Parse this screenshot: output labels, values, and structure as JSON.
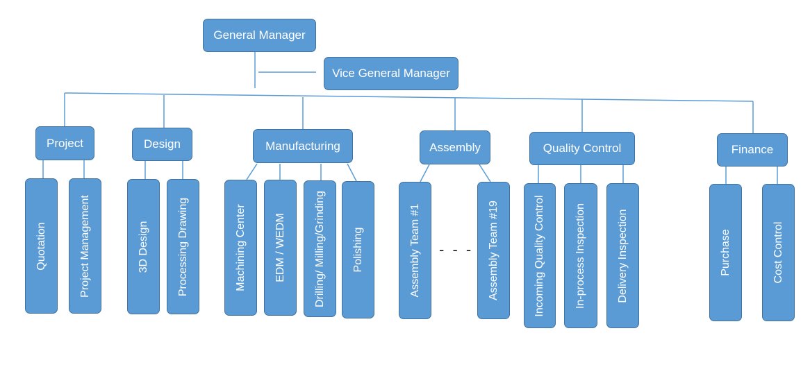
{
  "org_chart": {
    "top": {
      "general_manager": "General Manager",
      "vice_general_manager": "Vice General Manager"
    },
    "departments": [
      {
        "label": "Project",
        "units": [
          "Quotation",
          "Project Management"
        ]
      },
      {
        "label": "Design",
        "units": [
          "3D Design",
          "Processing Drawing"
        ]
      },
      {
        "label": "Manufacturing",
        "units": [
          "Machining Center",
          "EDM / WEDM",
          "Drilling/ Milling/Grinding",
          "Polishing"
        ]
      },
      {
        "label": "Assembly",
        "units": [
          "Assembly Team #1",
          "Assembly Team #19"
        ]
      },
      {
        "label": "Quality Control",
        "units": [
          "Incoming Quality Control",
          "In-process Inspection",
          "Delivery Inspection"
        ]
      },
      {
        "label": "Finance",
        "units": [
          "Purchase",
          "Cost Control"
        ]
      }
    ],
    "ellipsis": "- - -"
  },
  "colors": {
    "box_fill": "#5b9bd5",
    "box_border": "#41719c",
    "line": "#5b9bd5"
  }
}
